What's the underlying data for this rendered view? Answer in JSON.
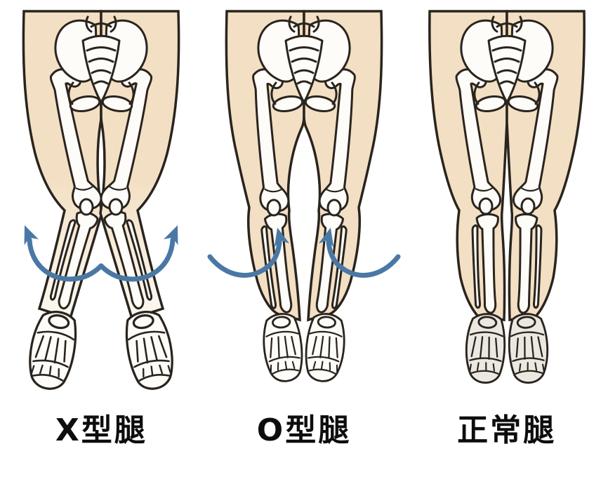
{
  "figure": {
    "title": "Leg alignment comparison diagram",
    "panels": [
      {
        "id": "x-type",
        "label": "X型腿",
        "alignment": "knock-knees",
        "arrow_icons": [
          "curved-arrow-up-outward-left",
          "curved-arrow-up-outward-right"
        ]
      },
      {
        "id": "o-type",
        "label": "O型腿",
        "alignment": "bow-legs",
        "arrow_icons": [
          "curved-arrow-up-inward-left",
          "curved-arrow-up-inward-right"
        ]
      },
      {
        "id": "normal",
        "label": "正常腿",
        "alignment": "normal",
        "arrow_icons": []
      }
    ],
    "colors": {
      "background": "#ffffff",
      "skin": "#f3dfc3",
      "bone": "#fdfcf8",
      "outline": "#2a241e",
      "arrow": "#4a78a6",
      "label_text": "#0d0d0d"
    }
  }
}
